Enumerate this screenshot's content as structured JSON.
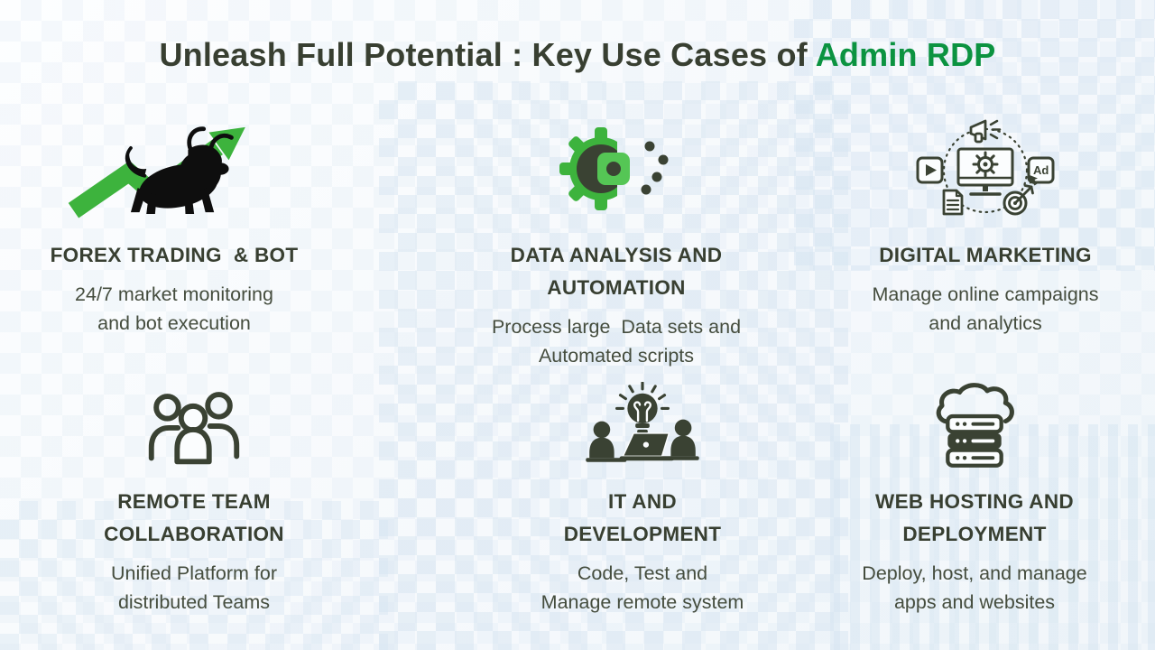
{
  "title": {
    "text": "Unleash Full Potential : Key Use Cases of ",
    "highlight": "Admin RDP"
  },
  "colors": {
    "heading_text": "#383f31",
    "body_text": "#454d3e",
    "accent_green": "#0b9340",
    "icon_green": "#3db33d",
    "icon_green_light": "#55c655",
    "icon_dark": "#3a4233",
    "pattern_blue": "#d5e4f1"
  },
  "cards": [
    {
      "icon": "bull-growth-arrow-icon",
      "heading": "FOREX TRADING  & BOT",
      "subtitle": "24/7 market monitoring\nand bot execution"
    },
    {
      "icon": "gear-data-automation-icon",
      "heading": "DATA ANALYSIS AND\nAUTOMATION",
      "subtitle": "Process large  Data sets and\nAutomated scripts"
    },
    {
      "icon": "digital-marketing-monitor-icon",
      "heading": "DIGITAL MARKETING",
      "subtitle": "Manage online campaigns\nand analytics",
      "ad_label": "Ad"
    },
    {
      "icon": "team-people-icon",
      "heading": "REMOTE TEAM\nCOLLABORATION",
      "subtitle": "Unified Platform for\ndistributed Teams"
    },
    {
      "icon": "developers-idea-laptop-icon",
      "heading": "IT AND\nDEVELOPMENT",
      "subtitle": "Code, Test and\nManage remote system"
    },
    {
      "icon": "cloud-server-icon",
      "heading": "WEB HOSTING AND\nDEPLOYMENT",
      "subtitle": "Deploy, host, and manage\napps and websites"
    }
  ]
}
